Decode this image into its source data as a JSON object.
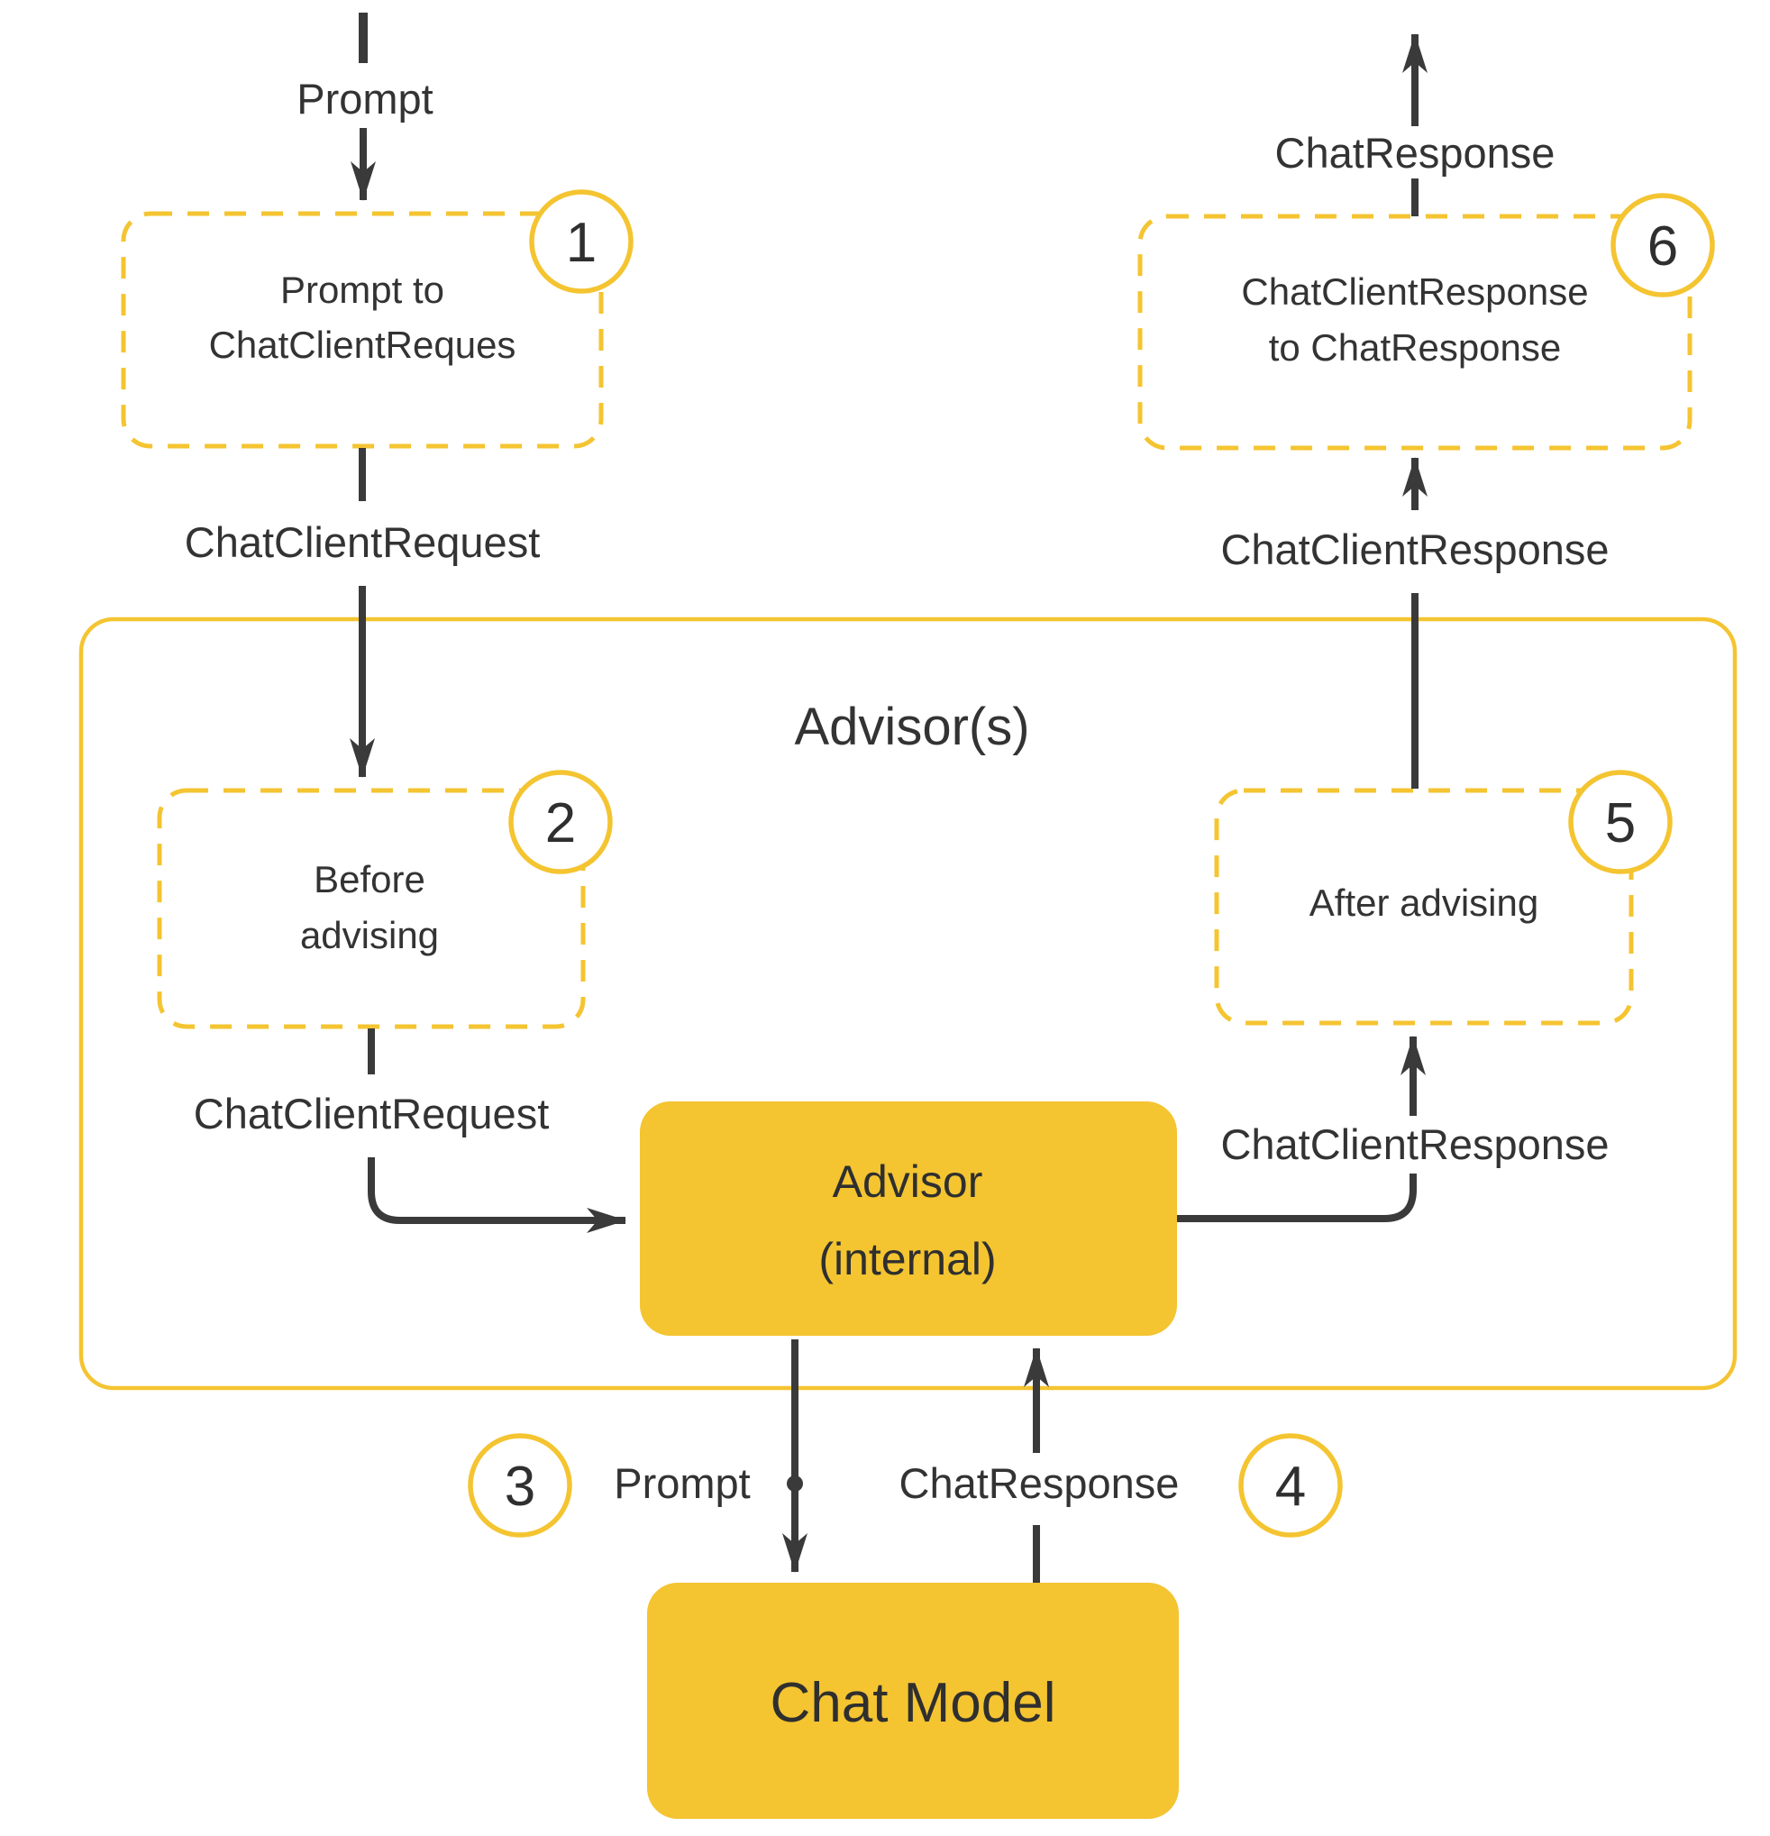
{
  "diagram": {
    "title": "Advisor(s)",
    "colors": {
      "yellow": "#f4c431",
      "line_dark": "#3a3a3a",
      "text": "#333333",
      "background": "#ffffff"
    },
    "badges": {
      "step1": "1",
      "step2": "2",
      "step3": "3",
      "step4": "4",
      "step5": "5",
      "step6": "6"
    },
    "nodes": {
      "prompt_to_chatclientrequest": {
        "line1": "Prompt to",
        "line2": "ChatClientReques"
      },
      "before_advising": {
        "line1": "Before",
        "line2": "advising"
      },
      "advisor_internal": {
        "line1": "Advisor",
        "line2": "(internal)"
      },
      "after_advising": {
        "label": "After advising"
      },
      "chatclientresponse_to_chatresponse": {
        "line1": "ChatClientResponse",
        "line2": "to ChatResponse"
      },
      "chat_model": {
        "label": "Chat Model"
      }
    },
    "edges": {
      "incoming_prompt": "Prompt",
      "chatclientrequest_top": "ChatClientRequest",
      "chatclientrequest_inner": "ChatClientRequest",
      "prompt_to_chat_model": "Prompt",
      "chatresponse_from_chat_model": "ChatResponse",
      "chatclientresponse_inner": "ChatClientResponse",
      "chatclientresponse_up": "ChatClientResponse",
      "outgoing_chatresponse": "ChatResponse"
    }
  }
}
